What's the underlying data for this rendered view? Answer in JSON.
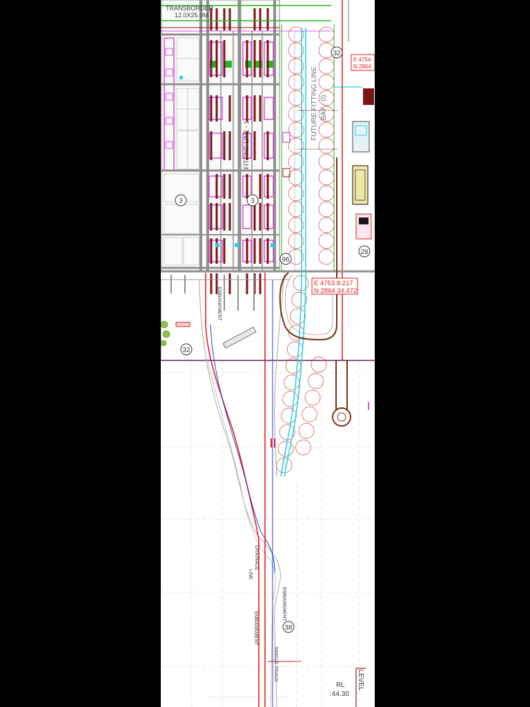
{
  "drawing": {
    "header": {
      "transborder": "TRANSBORDER",
      "transborder_size": "12.0X25.0M"
    },
    "labels": {
      "future_fitting_line": "FUTURE FITTING LINE",
      "bay": "BAY - 0)",
      "fitting_line_1": "FITTING LINE - 1",
      "embankment_top": "EMBANKMENT",
      "drainage": "DRAINAGE",
      "drainage_line": "LINE",
      "embankment_right": "EMBANKMENT",
      "embankment_left": "EMBANKMENT",
      "single_track": "SINGLE TRACK"
    },
    "coordinates": [
      {
        "e": "E 4754",
        "n": "N 2864"
      },
      {
        "e": "E 4753 8.217",
        "n": "N 2864 34.472"
      }
    ],
    "callouts": [
      "32",
      "3",
      "3",
      "28",
      "96",
      "32",
      "38"
    ],
    "level": {
      "label": "LEVEL",
      "rl": "RL",
      "value": ":44.30"
    }
  },
  "colors": {
    "viewer_background": "#000000",
    "sheet": "#ffffff",
    "track_red": "#e01e1e",
    "track_blue": "#2a3fd0",
    "fitting_line_cyan": "#27d4e6",
    "green": "#22b822",
    "magenta": "#d61fd6",
    "loop_brown": "#7a2e12",
    "structure_gray": "#8f8f8f"
  }
}
